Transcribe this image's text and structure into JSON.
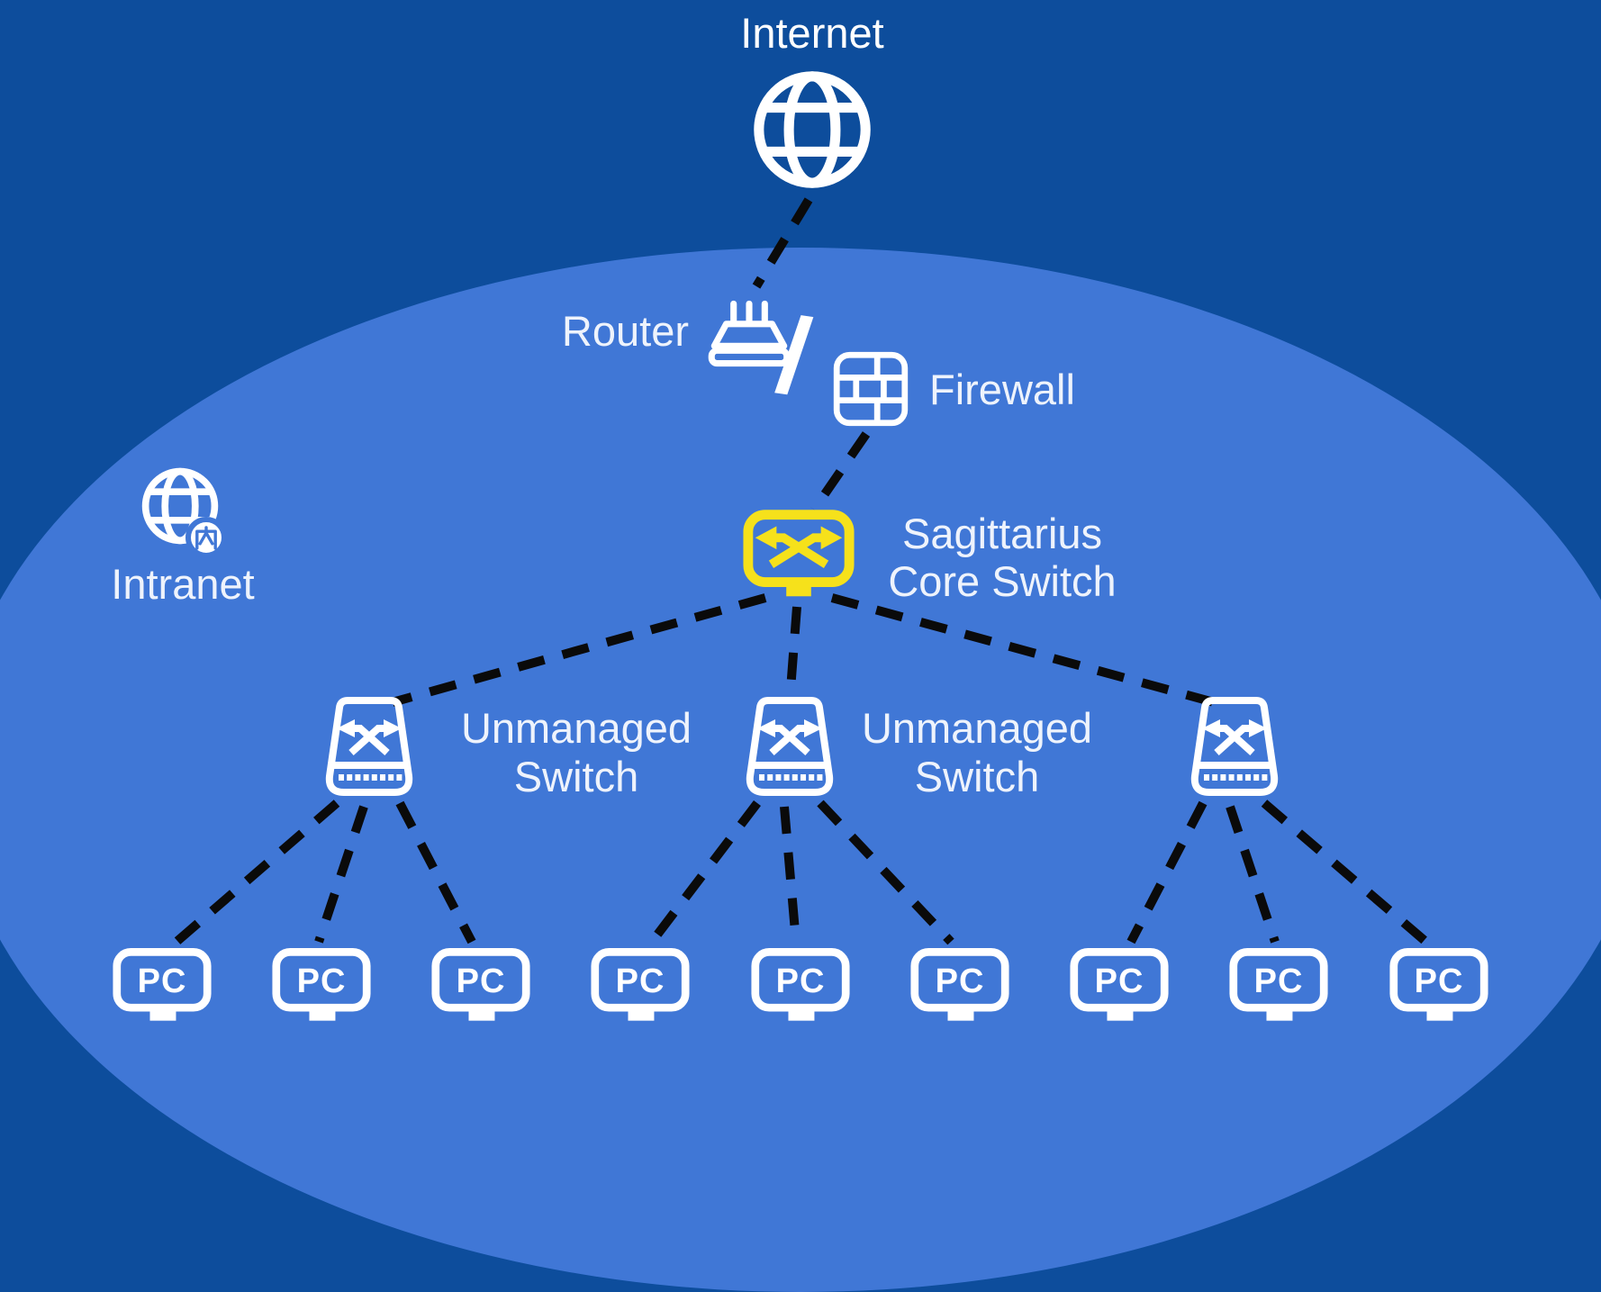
{
  "colors": {
    "background": "#0d4d9c",
    "intranet_zone": "#4077d6",
    "icon_white": "#ffffff",
    "core_switch_yellow": "#f6e11b",
    "dashed_line": "#0a0a0a",
    "label_text": "#eef3fc"
  },
  "nodes": {
    "internet": {
      "label": "Internet"
    },
    "router": {
      "label": "Router"
    },
    "separator": "/",
    "firewall": {
      "label": "Firewall"
    },
    "intranet": {
      "label": "Intranet",
      "badge": "内"
    },
    "core_switch": {
      "line1": "Sagittarius",
      "line2": "Core Switch"
    },
    "switch_labels": [
      "Unmanaged Switch",
      "Unmanaged Switch"
    ],
    "pcs": [
      "PC",
      "PC",
      "PC",
      "PC",
      "PC",
      "PC",
      "PC",
      "PC",
      "PC"
    ]
  },
  "edges": [
    {
      "from": "internet",
      "to": "router-firewall"
    },
    {
      "from": "router-firewall",
      "to": "core-switch"
    },
    {
      "from": "core-switch",
      "to": "unmanaged-switch-left"
    },
    {
      "from": "core-switch",
      "to": "unmanaged-switch-middle"
    },
    {
      "from": "core-switch",
      "to": "unmanaged-switch-right"
    },
    {
      "from": "unmanaged-switch-left",
      "to": "pc-1"
    },
    {
      "from": "unmanaged-switch-left",
      "to": "pc-2"
    },
    {
      "from": "unmanaged-switch-left",
      "to": "pc-3"
    },
    {
      "from": "unmanaged-switch-middle",
      "to": "pc-4"
    },
    {
      "from": "unmanaged-switch-middle",
      "to": "pc-5"
    },
    {
      "from": "unmanaged-switch-middle",
      "to": "pc-6"
    },
    {
      "from": "unmanaged-switch-right",
      "to": "pc-7"
    },
    {
      "from": "unmanaged-switch-right",
      "to": "pc-8"
    },
    {
      "from": "unmanaged-switch-right",
      "to": "pc-9"
    }
  ]
}
